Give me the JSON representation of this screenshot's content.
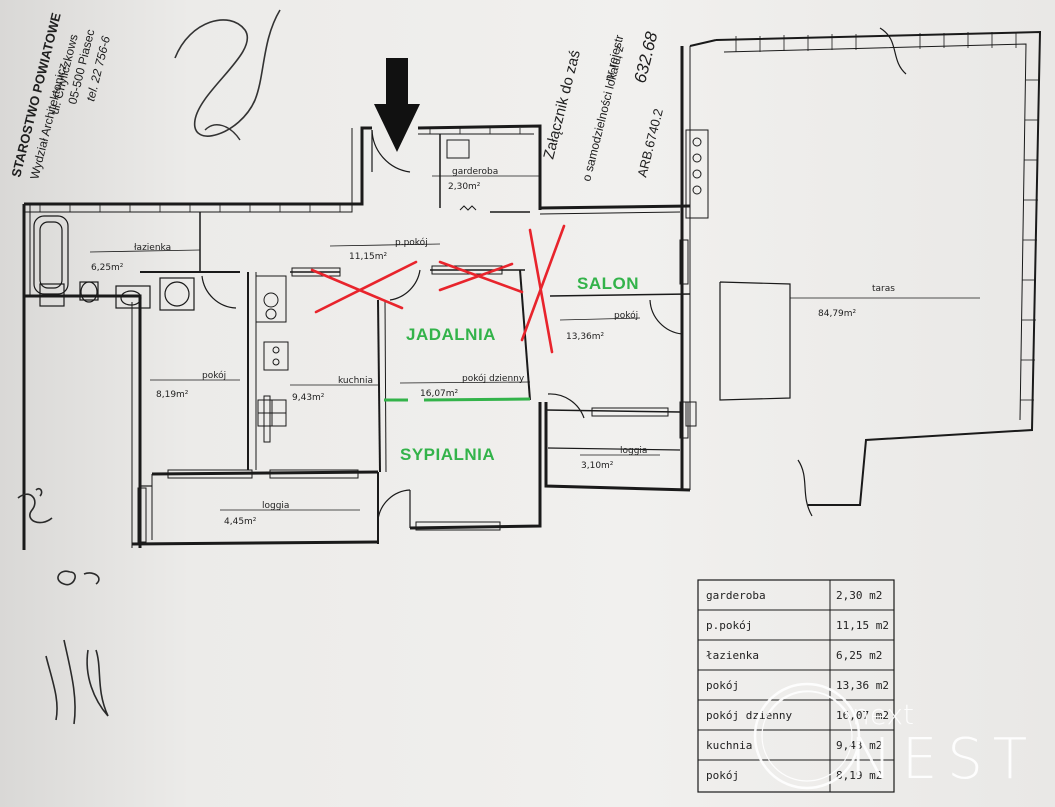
{
  "header": {
    "office_line1": "STAROSTWO POWIATOWE",
    "office_line2": "Wydział Architektonicz",
    "office_line3": "ul. Chyliczkows",
    "office_line4": "05-500 Piasec",
    "office_line5": "tel. 22 756-6",
    "annex_line1": "Załącznik do zaś",
    "annex_line2": "o samodzielności lokalu, z",
    "annex_line3": "nr rejestr",
    "annex_ref": "ARB.6740.2",
    "annex_num": "632.68"
  },
  "rooms": {
    "garderoba": {
      "name": "garderoba",
      "area": "2,30m²"
    },
    "ppokoj": {
      "name": "p.pokój",
      "area": "11,15m²"
    },
    "lazienka": {
      "name": "łazienka",
      "area": "6,25m²"
    },
    "pokoj1": {
      "name": "pokój",
      "area": "8,19m²"
    },
    "kuchnia": {
      "name": "kuchnia",
      "area": "9,43m²"
    },
    "dzienny": {
      "name": "pokój dzienny",
      "area": "16,07m²"
    },
    "pokoj2": {
      "name": "pokój",
      "area": "13,36m²"
    },
    "taras": {
      "name": "taras",
      "area": "84,79m²"
    },
    "loggia1": {
      "name": "loggia",
      "area": "4,45m²"
    },
    "loggia2": {
      "name": "loggia",
      "area": "3,10m²"
    }
  },
  "annotations": {
    "salon": "SALON",
    "jadalnia": "JADALNIA",
    "sypialnia": "SYPIALNIA"
  },
  "table": {
    "rows": [
      {
        "name": "garderoba",
        "area": "2,30 m2"
      },
      {
        "name": "p.pokój",
        "area": "11,15 m2"
      },
      {
        "name": "łazienka",
        "area": "6,25 m2"
      },
      {
        "name": "pokój",
        "area": "13,36 m2"
      },
      {
        "name": "pokój dzienny",
        "area": "16,07 m2"
      },
      {
        "name": "kuchnia",
        "area": "9,43 m2"
      },
      {
        "name": "pokój",
        "area": "8,19 m2"
      }
    ]
  },
  "logo": {
    "word1": "next",
    "word2": "NEST"
  },
  "colors": {
    "annotation_green": "#33b34a",
    "cross_red": "#e8242c",
    "arrow": "#111111"
  }
}
